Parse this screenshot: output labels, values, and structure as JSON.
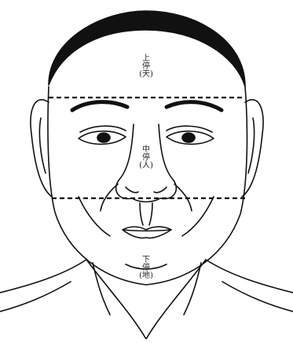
{
  "labels": {
    "upper": {
      "line1": "上",
      "line2": "停",
      "line3": "(天)"
    },
    "middle": {
      "line1": "中",
      "line2": "停",
      "line3": "(人)"
    },
    "lower": {
      "line1": "下",
      "line2": "停",
      "line3": "(地)"
    }
  },
  "colors": {
    "ink": "#111111",
    "paper": "#ffffff"
  }
}
